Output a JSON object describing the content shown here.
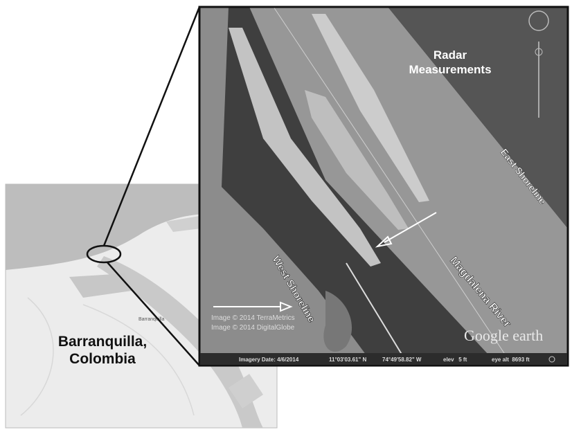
{
  "inset_map": {
    "title_line1": "Barranquilla,",
    "title_line2": "Colombia",
    "city_label": "Barranquilla"
  },
  "satellite": {
    "radar_label_line1": "Radar",
    "radar_label_line2": "Measurements",
    "east_shoreline": "East Shoreline",
    "west_shoreline": "West Shoreline",
    "river": "Magdalena River",
    "attribution": [
      "Image © 2014 TerraMetrics",
      "Image © 2014 DigitalGlobe"
    ],
    "logo": "Google earth",
    "status_bar": {
      "imagery_date": "Imagery Date: 4/6/2014",
      "lat": "11°03'03.61\" N",
      "lon": "74°49'58.82\" W",
      "elev": "elev   5 ft",
      "eye_alt": "eye alt  8693 ft"
    }
  },
  "colors": {
    "sea": "#8c8c8c",
    "land": "#4e4e4e",
    "river": "#979797",
    "radar": "#d2d2d2",
    "map_sea": "#bdbdbd",
    "map_land": "#ececec"
  }
}
